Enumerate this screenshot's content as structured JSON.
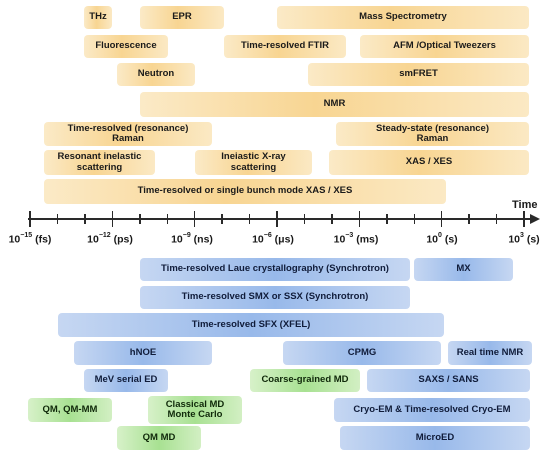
{
  "colors": {
    "yellow": "#f8d592",
    "blue": "#98b9ea",
    "green": "#a8e192",
    "axis": "#2a2a2a"
  },
  "axis": {
    "title": "Time",
    "labels": [
      {
        "base": "10",
        "exp": "−15",
        "unit": " (fs)"
      },
      {
        "base": "10",
        "exp": "−12",
        "unit": " (ps)"
      },
      {
        "base": "10",
        "exp": "−9",
        "unit": " (ns)"
      },
      {
        "base": "10",
        "exp": "−6",
        "unit": " (μs)"
      },
      {
        "base": "10",
        "exp": "−3",
        "unit": " (ms)"
      },
      {
        "base": "10",
        "exp": "0",
        "unit": " (s)"
      },
      {
        "base": "10",
        "exp": "3",
        "unit": " (s)"
      }
    ]
  },
  "techniques": [
    {
      "name": "thz",
      "label": "THz",
      "group": "yellow"
    },
    {
      "name": "epr",
      "label": "EPR",
      "group": "yellow"
    },
    {
      "name": "mass-spectrometry",
      "label": "Mass Spectrometry",
      "group": "yellow"
    },
    {
      "name": "fluorescence",
      "label": "Fluorescence",
      "group": "yellow"
    },
    {
      "name": "time-resolved-ftir",
      "label": "Time-resolved FTIR",
      "group": "yellow"
    },
    {
      "name": "afm-optical-tweezers",
      "label": "AFM /Optical Tweezers",
      "group": "yellow"
    },
    {
      "name": "neutron",
      "label": "Neutron",
      "group": "yellow"
    },
    {
      "name": "smfret",
      "label": "smFRET",
      "group": "yellow"
    },
    {
      "name": "nmr",
      "label": "NMR",
      "group": "yellow"
    },
    {
      "name": "time-resolved-raman",
      "label": "Time-resolved (resonance)\nRaman",
      "group": "yellow"
    },
    {
      "name": "steady-state-raman",
      "label": "Steady-state (resonance)\nRaman",
      "group": "yellow"
    },
    {
      "name": "resonant-inelastic-scattering",
      "label": "Resonant inelastic\nscattering",
      "group": "yellow"
    },
    {
      "name": "inelastic-xray-scattering",
      "label": "Ineiastic X-ray\nscattering",
      "group": "yellow"
    },
    {
      "name": "xas-xes",
      "label": "XAS / XES",
      "group": "yellow"
    },
    {
      "name": "time-resolved-xas-xes",
      "label": "Time-resolved or single bunch mode XAS / XES",
      "group": "yellow"
    },
    {
      "name": "laue-crystallography",
      "label": "Time-resolved Laue crystallography (Synchrotron)",
      "group": "blue"
    },
    {
      "name": "mx",
      "label": "MX",
      "group": "blue"
    },
    {
      "name": "smx-ssx",
      "label": "Time-resolved SMX or SSX (Synchrotron)",
      "group": "blue"
    },
    {
      "name": "sfx-xfel",
      "label": "Time-resolved SFX (XFEL)",
      "group": "blue"
    },
    {
      "name": "hnoe",
      "label": "hNOE",
      "group": "blue"
    },
    {
      "name": "cpmg",
      "label": "CPMG",
      "group": "blue"
    },
    {
      "name": "real-time-nmr",
      "label": "Real time NMR",
      "group": "blue"
    },
    {
      "name": "mev-serial-ed",
      "label": "MeV serial ED",
      "group": "blue"
    },
    {
      "name": "coarse-grained-md",
      "label": "Coarse-grained MD",
      "group": "green"
    },
    {
      "name": "saxs-sans",
      "label": "SAXS / SANS",
      "group": "blue"
    },
    {
      "name": "qm-qmmm",
      "label": "QM, QM-MM",
      "group": "green"
    },
    {
      "name": "classical-md",
      "label": "Classical MD\nMonte Carlo",
      "group": "green"
    },
    {
      "name": "cryo-em",
      "label": "Cryo-EM & Time-resolved Cryo-EM",
      "group": "blue"
    },
    {
      "name": "qm-md",
      "label": "QM MD",
      "group": "green"
    },
    {
      "name": "microed",
      "label": "MicroED",
      "group": "blue"
    }
  ]
}
